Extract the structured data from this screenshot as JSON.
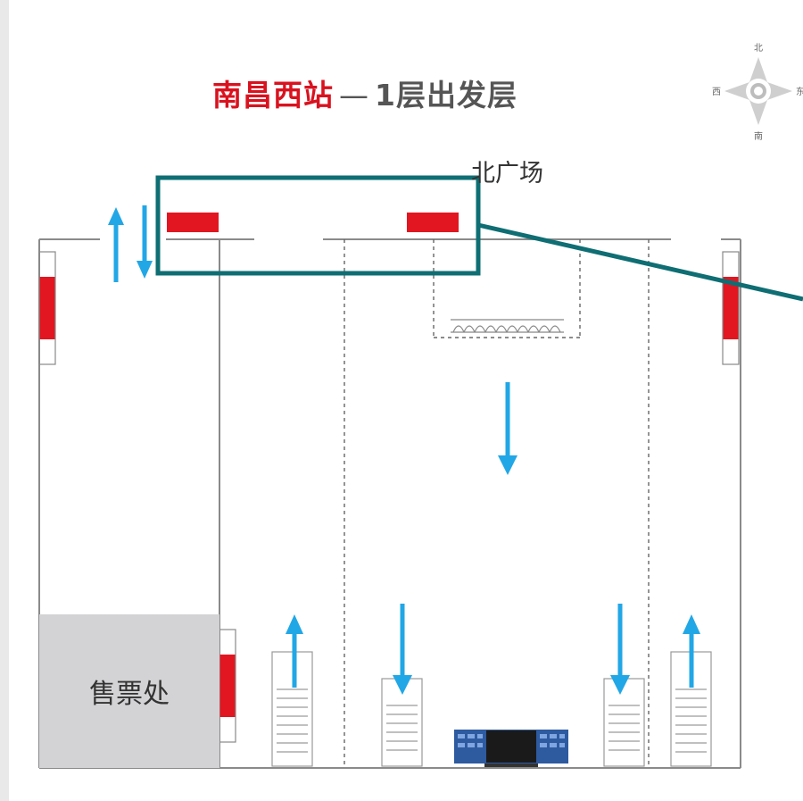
{
  "title": {
    "station": "南昌西站",
    "dash": "—",
    "floor": "1层出发层"
  },
  "labels": {
    "north_plaza": "北广场",
    "ticket_office": "售票处"
  },
  "compass": {
    "north": "北",
    "south": "南",
    "east": "东",
    "west": "西"
  },
  "colors": {
    "entrance_red": "#e21620",
    "arrow_blue": "#22a7e6",
    "highlight_teal": "#0e6e73",
    "ticket_area_gray": "#d3d3d5"
  },
  "icons": [
    "compass-icon",
    "up-arrow-icon",
    "down-arrow-icon",
    "escalator-icon",
    "security-gate-icon",
    "info-screen-icon"
  ]
}
